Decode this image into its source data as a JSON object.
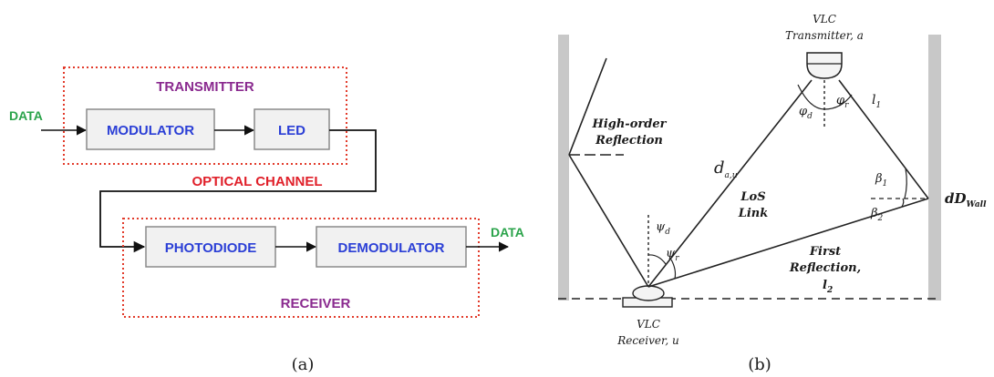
{
  "panel_a": {
    "input_label": "DATA",
    "output_label": "DATA",
    "transmitter_label": "TRANSMITTER",
    "receiver_label": "RECEIVER",
    "channel_label": "OPTICAL CHANNEL",
    "blocks": {
      "modulator": "MODULATOR",
      "led": "LED",
      "photodiode": "PHOTODIODE",
      "demodulator": "DEMODULATOR"
    },
    "caption": "(a)"
  },
  "panel_b": {
    "transmitter_line1": "VLC",
    "transmitter_line2": "Transmitter, a",
    "receiver_line1": "VLC",
    "receiver_line2": "Receiver, u",
    "high_order_line1": "High-order",
    "high_order_line2": "Reflection",
    "los_line1": "LoS",
    "los_line2": "Link",
    "first_refl_line1": "First",
    "first_refl_line2": "Reflection,",
    "first_refl_line3": "l",
    "first_refl_sub": "2",
    "d_main": "d",
    "d_sub": "a,u",
    "l1_main": "l",
    "l1_sub": "1",
    "phi_d_main": "φ",
    "phi_d_sub": "d",
    "phi_r_main": "φ",
    "phi_r_sub": "r",
    "psi_d_main": "ψ",
    "psi_d_sub": "d",
    "psi_r_main": "ψ",
    "psi_r_sub": "r",
    "beta1_main": "β",
    "beta1_sub": "1",
    "beta2_main": "β",
    "beta2_sub": "2",
    "wall_main": "dD",
    "wall_sub": "Wall",
    "caption": "(b)"
  }
}
